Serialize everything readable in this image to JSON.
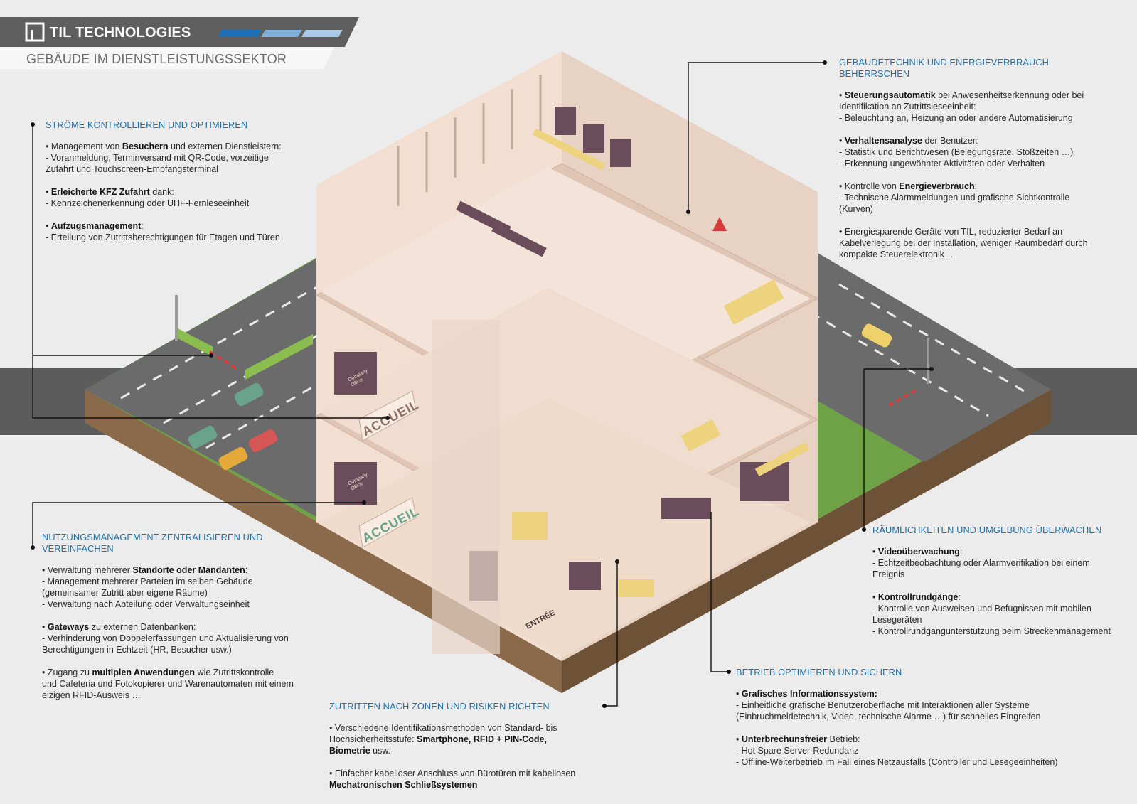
{
  "header": {
    "brand": "TIL TECHNOLOGIES",
    "subtitle": "GEBÄUDE IM DIENSTLEISTUNGSSEKTOR",
    "accent_colors": [
      "#1f6fb5",
      "#7fb0dd",
      "#a9c9e6"
    ],
    "logo_icon": "til-logo-icon"
  },
  "illustration": {
    "signs": {
      "accueil_upper": "ACCUEIL",
      "accueil_lower": "ACCUEIL",
      "entree": "ENTRÉE",
      "company_office_upper": "Company Office",
      "company_office_lower": "Company Office"
    }
  },
  "sections": {
    "stroeme": {
      "title": "STRÖME KONTROLLIEREN UND OPTIMIEREN",
      "bullets": [
        {
          "pre": "• Management von ",
          "bold": "Besuchern",
          "post": " und externen Dienstleistern:",
          "lines": [
            "- Voranmeldung, Terminversand mit QR-Code, vorzeitige",
            "Zufahrt und Touchscreen-Empfangsterminal"
          ]
        },
        {
          "pre": "• ",
          "bold": "Erleicherte KFZ Zufahrt",
          "post": " dank:",
          "lines": [
            "- Kennzeichenerkennung oder UHF-Fernleseeinheit"
          ]
        },
        {
          "pre": "• ",
          "bold": "Aufzugsmanagement",
          "post": ":",
          "lines": [
            "- Erteilung von Zutrittsberechtigungen für Etagen und Türen"
          ]
        }
      ]
    },
    "nutzung": {
      "title": "NUTZUNGSMANAGEMENT ZENTRALISIEREN UND VEREINFACHEN",
      "bullets": [
        {
          "pre": "• Verwaltung mehrerer ",
          "bold": "Standorte oder Mandanten",
          "post": ":",
          "lines": [
            "- Management mehrerer Parteien im selben Gebäude",
            "(gemeinsamer Zutritt aber eigene Räume)",
            "- Verwaltung nach Abteilung oder Verwaltungseinheit"
          ]
        },
        {
          "pre": "• ",
          "bold": "Gateways",
          "post": " zu externen Datenbanken:",
          "lines": [
            "- Verhinderung von Doppelerfassungen und Aktualisierung von",
            "Berechtigungen in Echtzeit (HR, Besucher usw.)"
          ]
        },
        {
          "pre": "• Zugang zu ",
          "bold": "multiplen Anwendungen",
          "post": " wie Zutrittskontrolle",
          "lines": [
            "und Cafeteria und Fotokopierer und Warenautomaten mit einem",
            "eizigen RFID-Ausweis …"
          ]
        }
      ]
    },
    "zutritt": {
      "title": "ZUTRITTEN NACH ZONEN UND RISIKEN RICHTEN",
      "p1_a": "• Verschiedene Identifikationsmethoden von Standard- bis",
      "p1_b": "Hochsicherheitsstufe: ",
      "p1_bold1": "Smartphone, RFID + PIN-Code,",
      "p1_bold2": "Biometrie",
      "p1_c": " usw.",
      "p2_a": "• Einfacher kabelloser Anschluss von Bürotüren mit kabellosen",
      "p2_bold": "Mechatronischen Schließsystemen"
    },
    "gebaeude": {
      "title_1": "GEBÄUDETECHNIK UND ENERGIEVERBRAUCH",
      "title_2": "BEHERRSCHEN",
      "bullets": [
        {
          "pre": "• ",
          "bold": "Steuerungsautomatik",
          "post": " bei Anwesenheitserkennung oder bei",
          "lines": [
            "Identifikation an Zutrittsleseeinheit:",
            "- Beleuchtung an, Heizung an oder andere Automatisierung"
          ]
        },
        {
          "pre": "• ",
          "bold": "Verhaltensanalyse",
          "post": " der Benutzer:",
          "lines": [
            "- Statistik und Berichtwesen (Belegungsrate, Stoßzeiten …)",
            "- Erkennung ungewöhnter Aktivitäten oder Verhalten"
          ]
        },
        {
          "pre": "• Kontrolle von ",
          "bold": "Energieverbrauch",
          "post": ":",
          "lines": [
            "- Technische Alarmmeldungen und grafische Sichtkontrolle",
            "(Kurven)"
          ]
        },
        {
          "pre": "• Energiesparende Geräte von TIL, reduzierter Bedarf an",
          "bold": "",
          "post": "",
          "lines": [
            "Kabelverlegung bei der Installation, weniger Raumbedarf durch",
            "kompakte Steuerelektronik…"
          ]
        }
      ]
    },
    "raeum": {
      "title": "RÄUMLICHKEITEN UND UMGEBUNG ÜBERWACHEN",
      "bullets": [
        {
          "pre": "• ",
          "bold": "Videoüberwachung",
          "post": ":",
          "lines": [
            "- Echtzeitbeobachtung oder Alarmverifikation bei einem",
            "Ereignis"
          ]
        },
        {
          "pre": "• ",
          "bold": "Kontrollrundgänge",
          "post": ":",
          "lines": [
            "- Kontrolle von Ausweisen und Befugnissen mit mobilen",
            "Lesegeräten",
            "- Kontrollrundgangunterstützung beim Streckenmanagement"
          ]
        }
      ]
    },
    "betrieb": {
      "title": "BETRIEB OPTIMIEREN UND SICHERN",
      "bullets": [
        {
          "pre": "• ",
          "bold": "Grafisches Informationssystem:",
          "post": "",
          "lines": [
            "- Einheitliche grafische Benutzeroberfläche mit Interaktionen aller Systeme",
            "(Einbruchmeldetechnik, Video, technische Alarme …) für schnelles Eingreifen"
          ]
        },
        {
          "pre": "• ",
          "bold": "Unterbrechunsfreier",
          "post": " Betrieb:",
          "lines": [
            "- Hot Spare Server-Redundanz",
            "- Offline-Weiterbetrieb im Fall eines Netzausfalls (Controller und Lesegeeinheiten)"
          ]
        }
      ]
    }
  }
}
